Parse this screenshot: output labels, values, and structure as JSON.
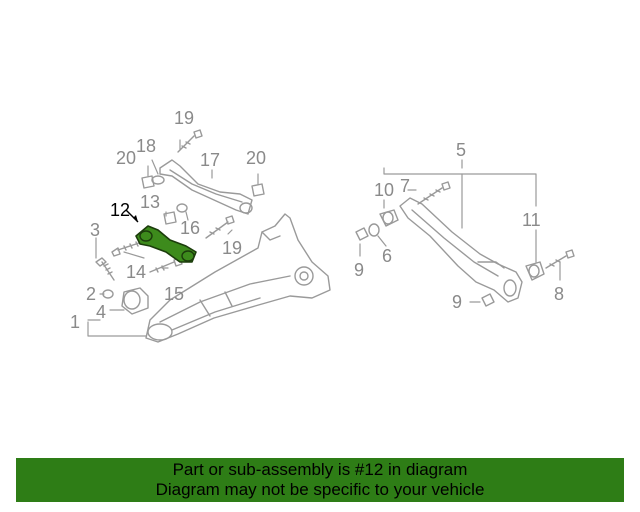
{
  "diagram": {
    "highlight_part": "12",
    "highlight_color": "#3d8b1c",
    "line_color": "#9a9a9a",
    "callouts": {
      "c1": "1",
      "c2": "2",
      "c3": "3",
      "c4": "4",
      "c5": "5",
      "c6": "6",
      "c7": "7",
      "c8": "8",
      "c9a": "9",
      "c9b": "9",
      "c10": "10",
      "c11": "11",
      "c12": "12",
      "c13": "13",
      "c14": "14",
      "c15": "15",
      "c16": "16",
      "c17": "17",
      "c18": "18",
      "c19a": "19",
      "c19b": "19",
      "c20a": "20",
      "c20b": "20"
    }
  },
  "caption": {
    "background": "#2e7d16",
    "line1": "Part or sub-assembly is #12 in diagram",
    "line2": "Diagram may not be specific to your vehicle"
  }
}
